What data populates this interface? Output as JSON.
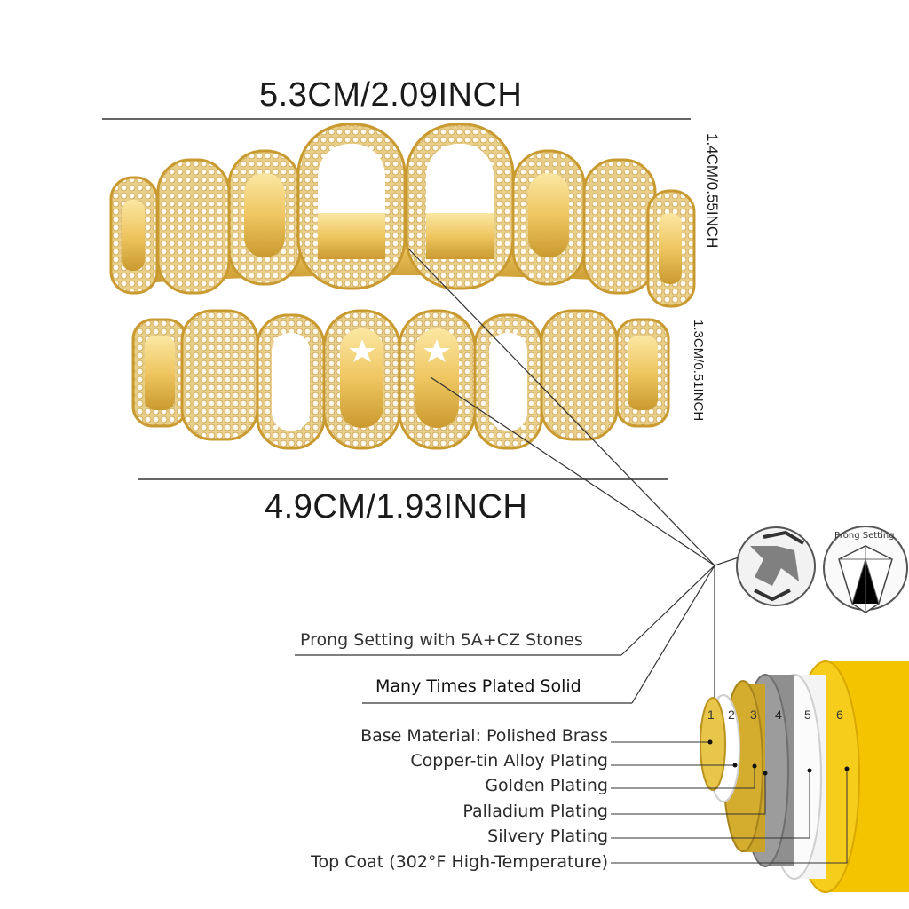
{
  "dimensions": {
    "top_width": "5.3CM/2.09INCH",
    "top_height": "1.4CM/0.55INCH",
    "bottom_height": "1.3CM/0.51INCH",
    "bottom_width": "4.9CM/1.93INCH"
  },
  "callouts": {
    "prong_setting": "Prong Setting with 5A+CZ Stones",
    "plated": "Many Times Plated Solid",
    "prong_badge": "Prong Setting"
  },
  "layers": [
    {
      "number": "1",
      "label": "Base Material: Polished Brass",
      "color": "#e8c64a"
    },
    {
      "number": "2",
      "label": "Copper-tin Alloy Plating",
      "color": "#ffffff"
    },
    {
      "number": "3",
      "label": "Golden Plating",
      "color": "#c9a428"
    },
    {
      "number": "4",
      "label": "Palladium Plating",
      "color": "#8f8f8f"
    },
    {
      "number": "5",
      "label": "Silvery Plating",
      "color": "#f4f4f4"
    },
    {
      "number": "6",
      "label": "Top Coat (302°F High-Temperature)",
      "color": "#f5c400"
    }
  ],
  "colors": {
    "gold": "#f2d06a",
    "gold_dark": "#c79a2c",
    "stone": "#fff8e6"
  }
}
